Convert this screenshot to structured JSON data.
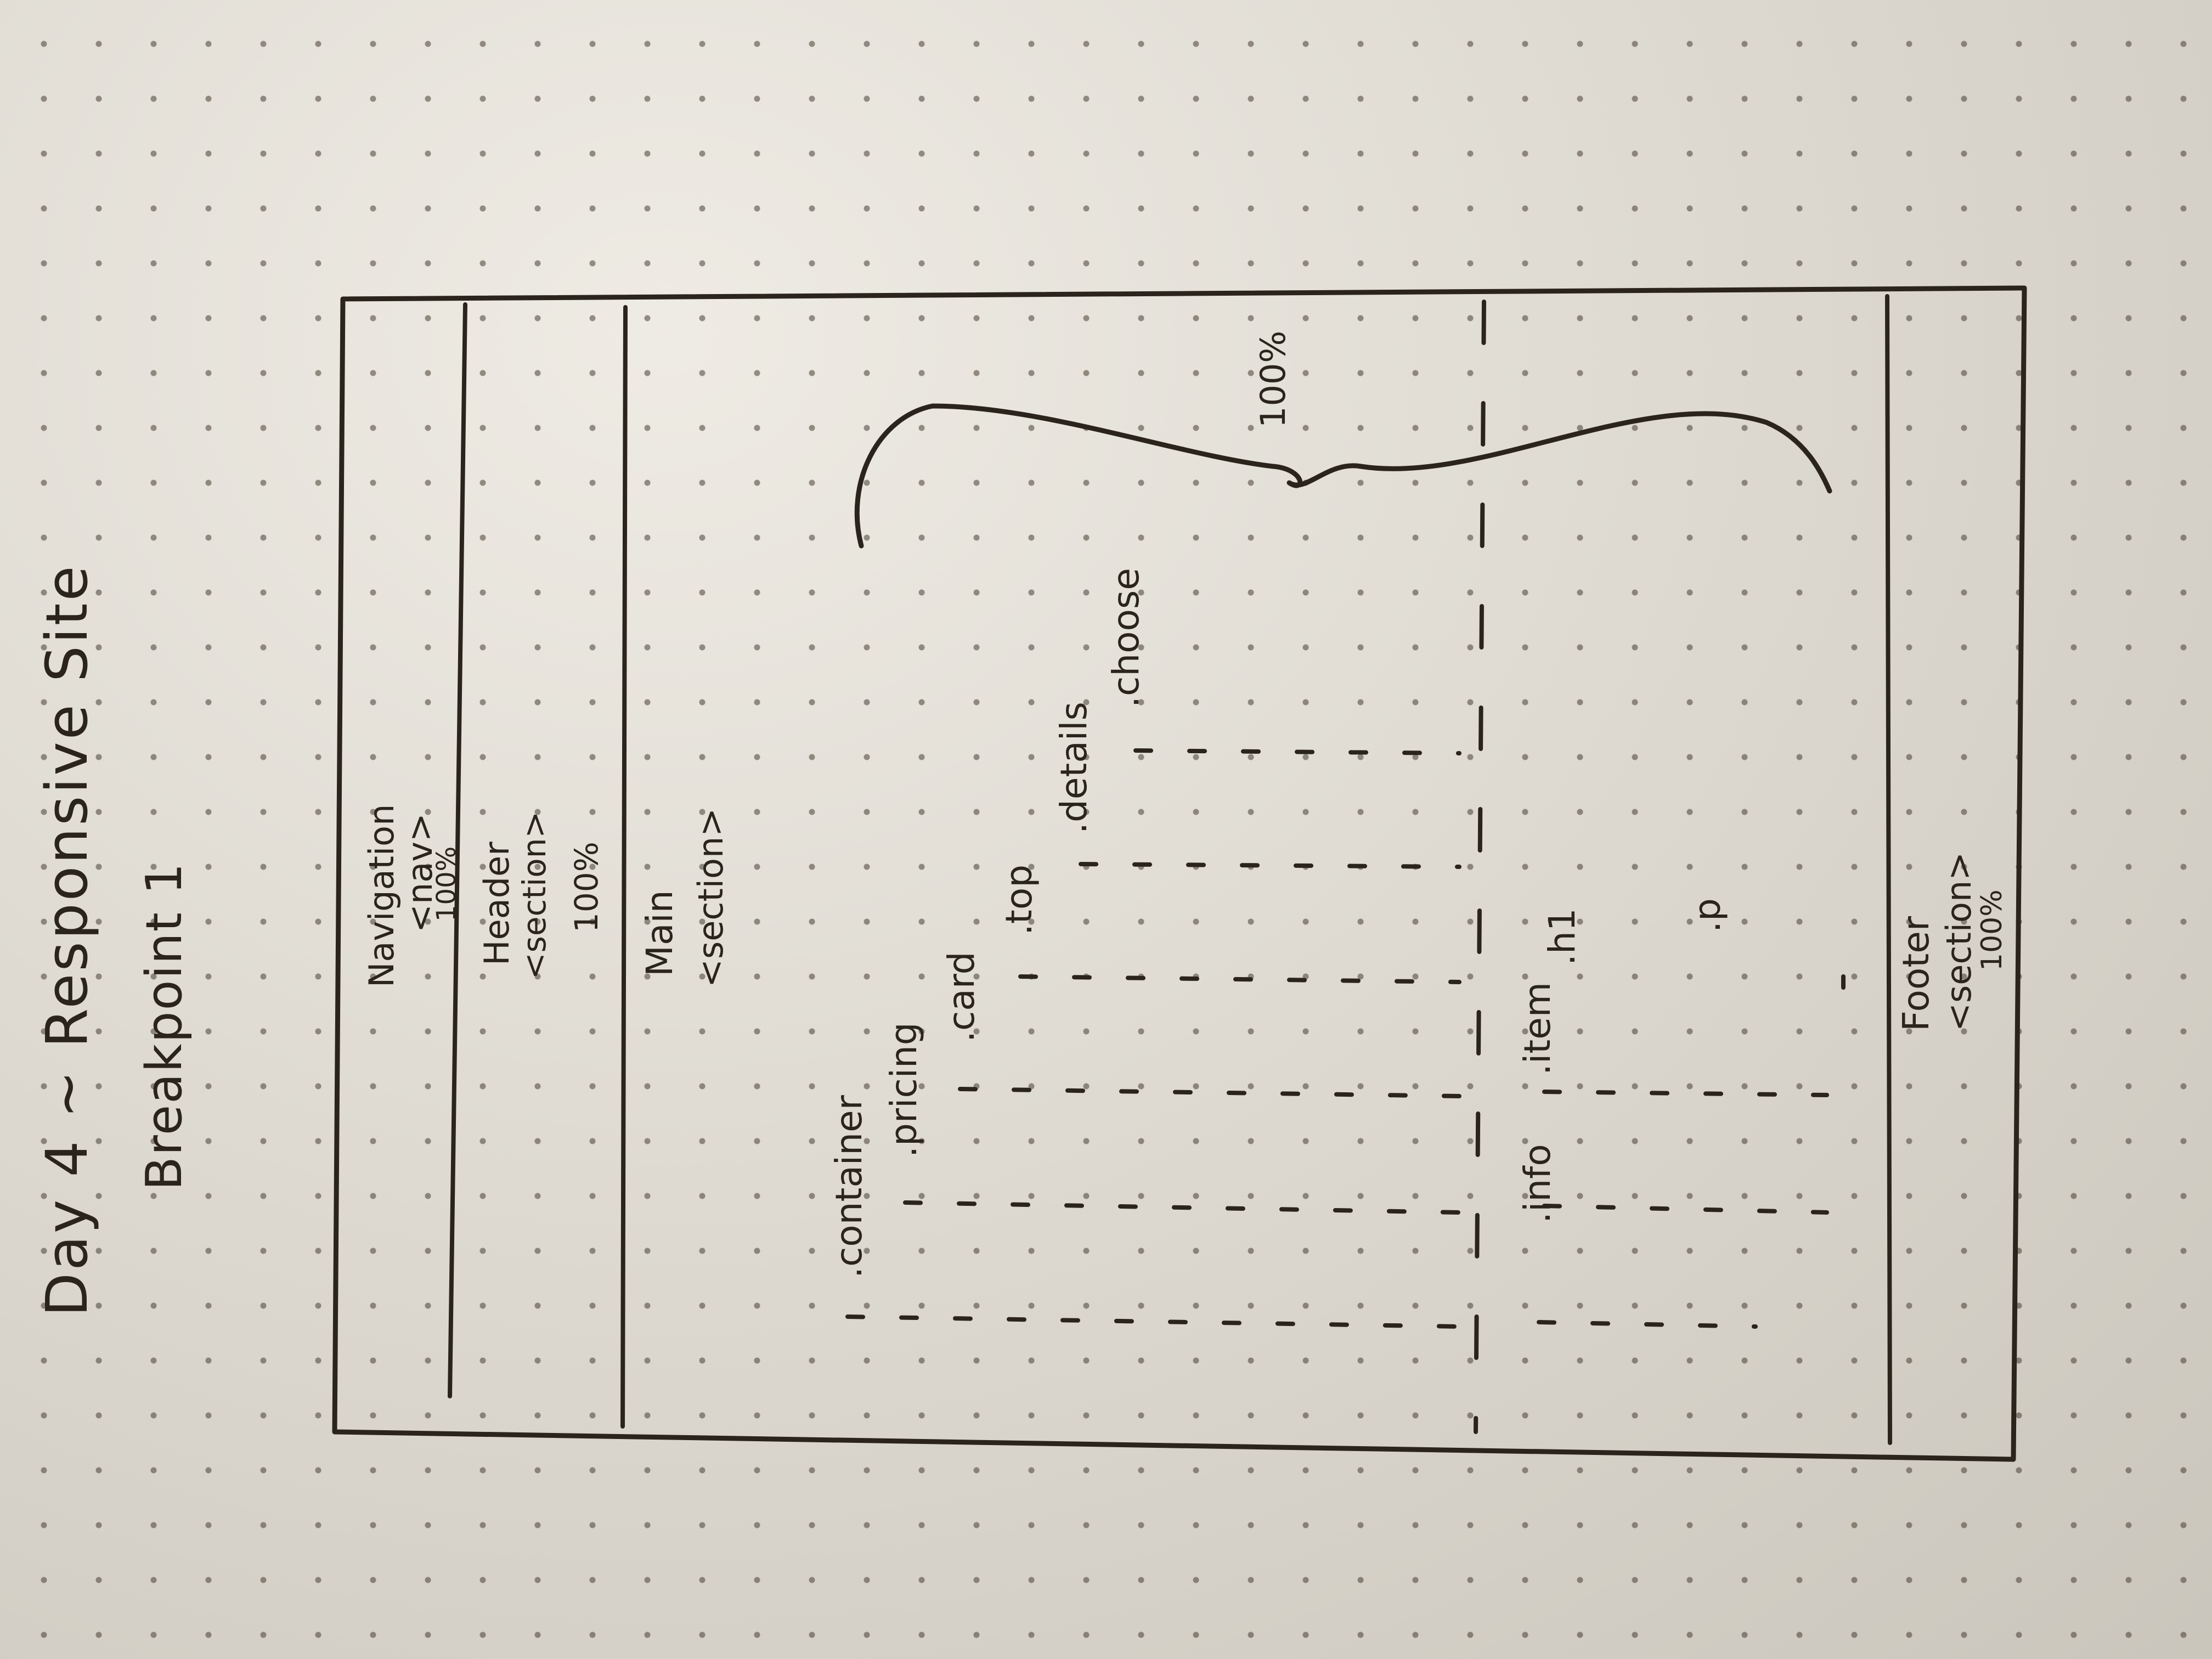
{
  "title": "Day 4 ~ Responsive Site",
  "subtitle": "Breakpoint 1",
  "navigation": {
    "label": "Navigation",
    "tag": "<nav>",
    "width": "100%"
  },
  "header": {
    "label": "Header",
    "tag": "<section>",
    "width": "100%"
  },
  "main": {
    "label": "Main",
    "tag": "<section>",
    "width": "100%",
    "classes": [
      ".container",
      ".pricing",
      ".card",
      ".top",
      ".details",
      ".choose",
      ".info",
      ".item",
      ".h1",
      ".p"
    ]
  },
  "footer": {
    "label": "Footer",
    "tag": "<section>",
    "width": "100%"
  },
  "ink_color": "#2a241c",
  "paper_color": "#e6e1d6"
}
